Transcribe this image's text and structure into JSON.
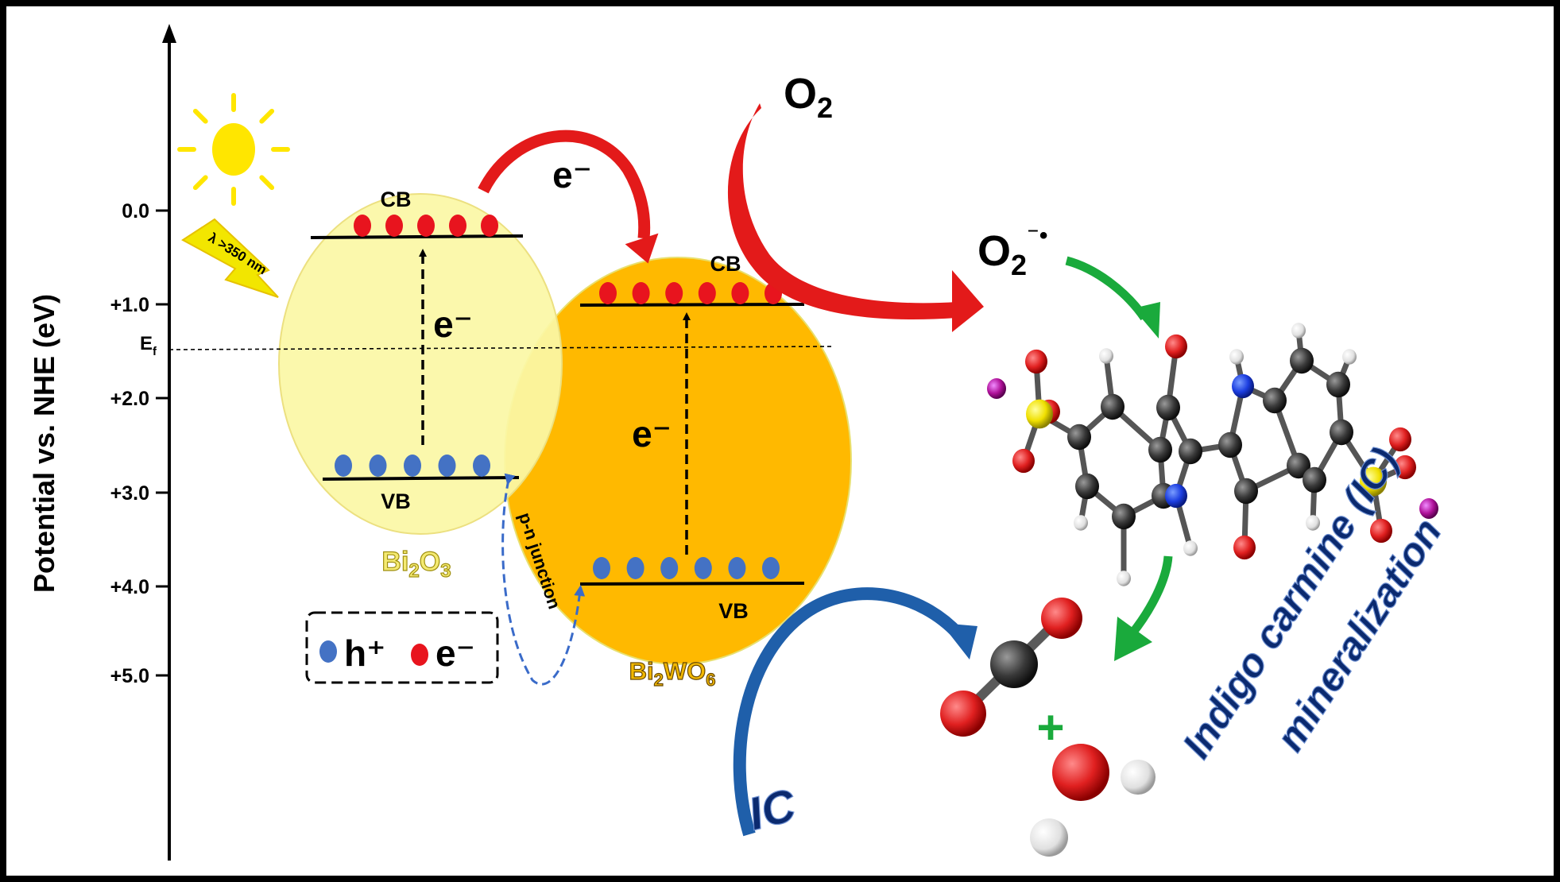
{
  "axis": {
    "label": "Potential vs. NHE (eV)",
    "ticks": [
      "0.0",
      "+1.0",
      "+2.0",
      "+3.0",
      "+4.0",
      "+5.0"
    ],
    "fermi_label": "E",
    "fermi_sub": "f"
  },
  "light": {
    "label": "λ >350 nm"
  },
  "bi2o3": {
    "cb_label": "CB",
    "vb_label": "VB",
    "electron_label": "e⁻",
    "name_parts": [
      "Bi",
      "2",
      "O",
      "3"
    ],
    "electrons": 5,
    "holes": 5
  },
  "bi2wo6": {
    "cb_label": "CB",
    "vb_label": "VB",
    "electron_label": "e⁻",
    "name_parts": [
      "Bi",
      "2",
      "WO",
      "6"
    ],
    "electrons": 6,
    "holes": 6
  },
  "transfer": {
    "electron_label": "e⁻"
  },
  "junction": {
    "label": "p-n junction"
  },
  "legend": {
    "hole_label": "h⁺",
    "electron_label": "e⁻"
  },
  "oxygen": {
    "reactant": "O",
    "reactant_sub": "2",
    "radical": "O",
    "radical_sub": "2",
    "radical_sup": "⁻•"
  },
  "pollutant": {
    "label": "IC"
  },
  "product": {
    "plus": "+"
  },
  "caption": {
    "line1": "Indigo carmine (IC)",
    "line2": "mineralization"
  },
  "colors": {
    "bi2o3_fill": "#fbf7a6",
    "bi2wo6_fill": "#ffb900",
    "electron": "#e8141e",
    "hole": "#4472c4",
    "caption": "#0b2a6f",
    "sun": "#ffe600",
    "o2_arrow": "#e30613",
    "green_arrow": "#1aaa3c",
    "blue_arrow": "#1f5faa"
  }
}
